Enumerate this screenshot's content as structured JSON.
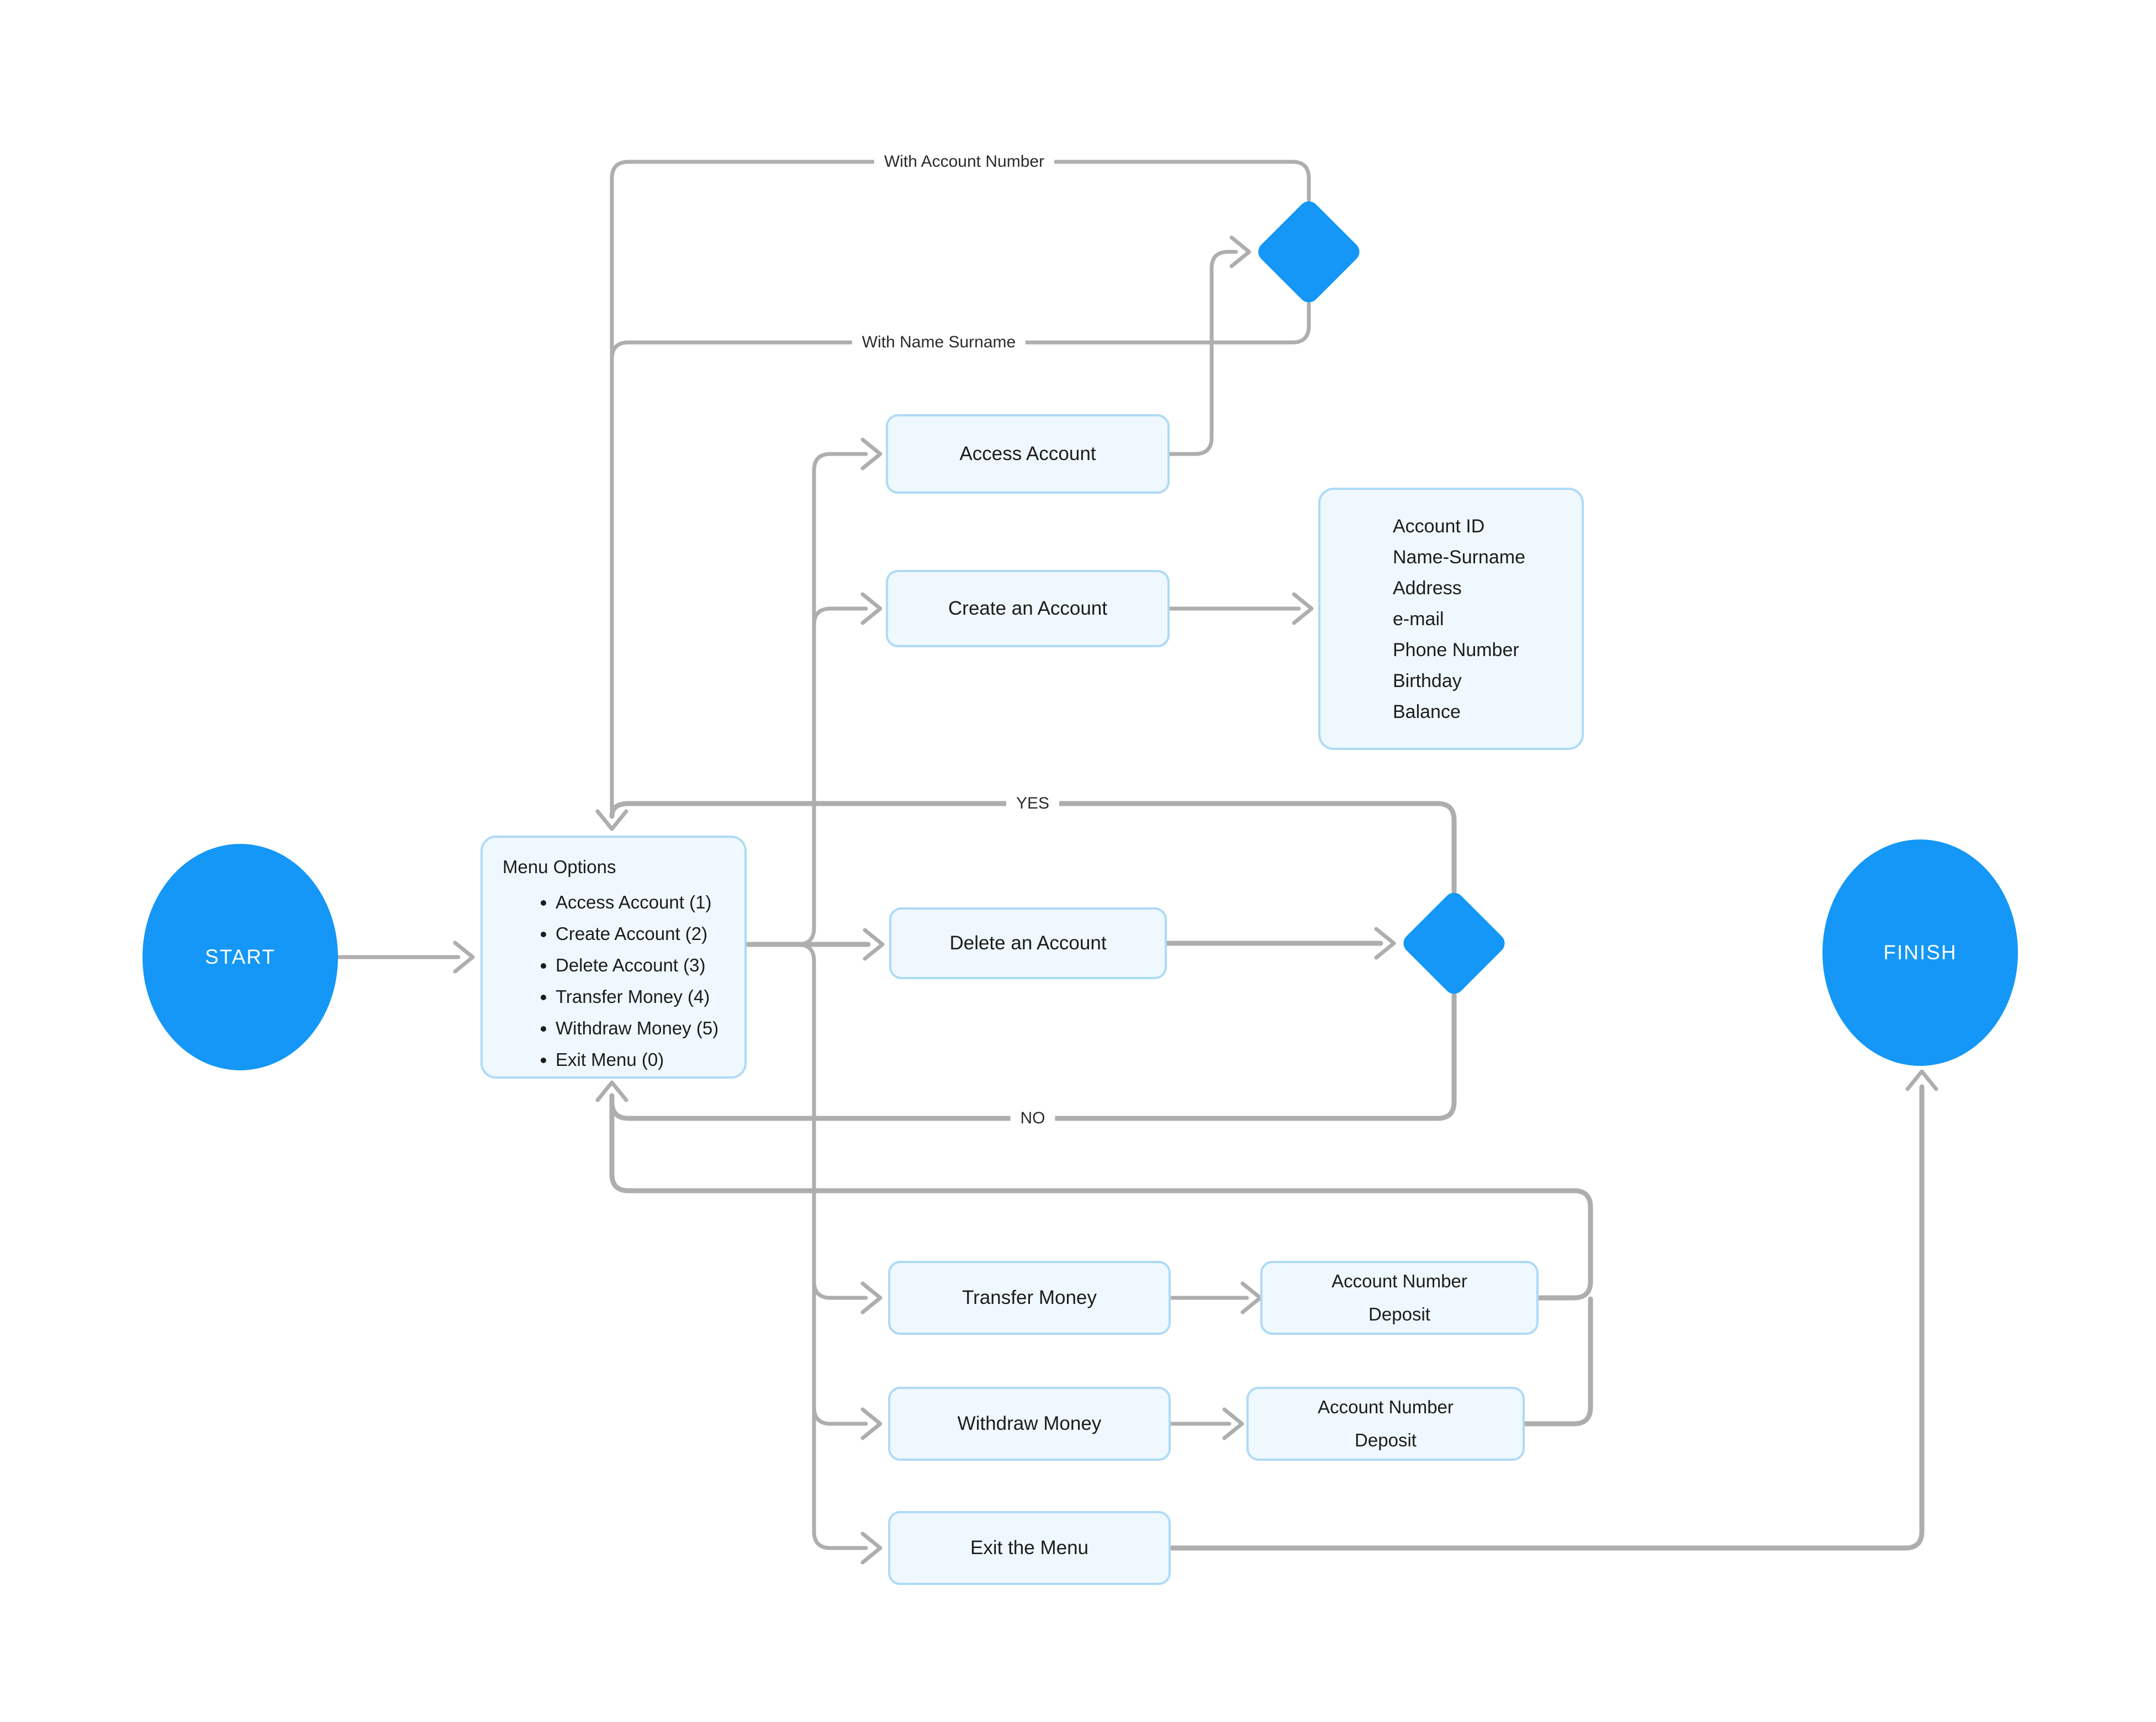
{
  "diagram": {
    "start_label": "START",
    "finish_label": "FINISH",
    "menu": {
      "title": "Menu Options",
      "items": [
        "Access Account (1)",
        "Create Account (2)",
        "Delete Account (3)",
        "Transfer Money (4)",
        "Withdraw Money (5)",
        "Exit Menu (0)"
      ]
    },
    "nodes": {
      "access_account": "Access Account",
      "create_account": "Create an Account",
      "delete_account": "Delete an Account",
      "transfer_money": "Transfer Money",
      "withdraw_money": "Withdraw Money",
      "exit_menu": "Exit the Menu",
      "account_details": [
        "Account ID",
        "Name-Surname",
        "Address",
        "e-mail",
        "Phone Number",
        "Birthday",
        "Balance"
      ],
      "deposit_box_1": [
        "Account Number",
        "Deposit"
      ],
      "deposit_box_2": [
        "Account Number",
        "Deposit"
      ]
    },
    "edge_labels": {
      "with_account_number": "With Account Number",
      "with_name_surname": "With Name Surname",
      "yes": "YES",
      "no": "NO"
    },
    "colors": {
      "accent_blue": "#1497F6",
      "box_fill": "#EFF8FE",
      "box_border": "#AEDAF7",
      "connector_gray": "#AEAEAE"
    }
  }
}
